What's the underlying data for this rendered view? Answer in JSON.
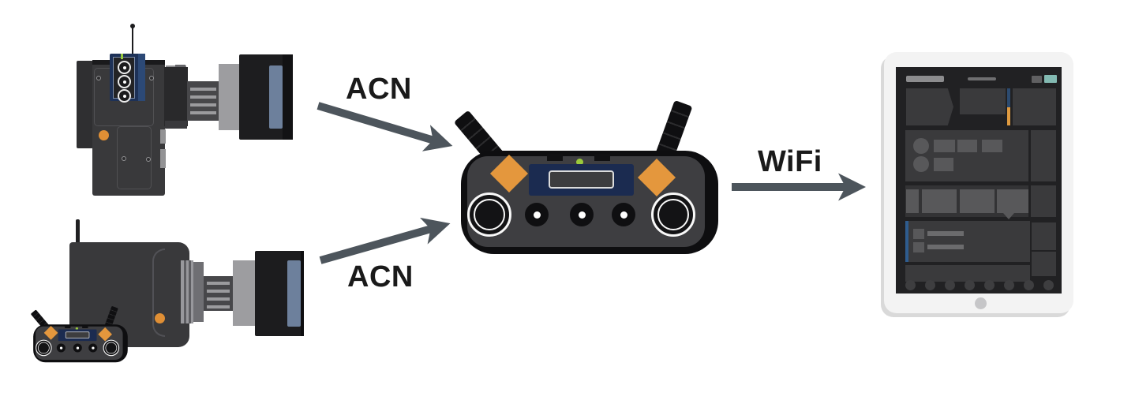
{
  "diagram": {
    "type": "connectivity-topology",
    "nodes": [
      {
        "id": "camera-top",
        "name": "cinema-camera-with-radio-module"
      },
      {
        "id": "camera-bottom",
        "name": "cinema-camera-with-mini-radio-unit"
      },
      {
        "id": "radio-hub",
        "name": "twin-antenna-radio-hub"
      },
      {
        "id": "tablet",
        "name": "tablet-control-app"
      }
    ],
    "edges": [
      {
        "from": "camera-top",
        "to": "radio-hub",
        "label": "ACN"
      },
      {
        "from": "camera-bottom",
        "to": "radio-hub",
        "label": "ACN"
      },
      {
        "from": "radio-hub",
        "to": "tablet",
        "label": "WiFi"
      }
    ]
  },
  "icons": {
    "antenna": "segmented-black-antenna",
    "status_led": "green-dot",
    "lens": "cine-lens-with-hood",
    "connector": "circular-push-pull-connector"
  },
  "colors": {
    "arrow": "#4d555c",
    "label_text": "#1a1a1a",
    "accent_orange": "#e4973d",
    "navy_display": "#1b2b50",
    "status_green": "#96c93d",
    "lens_glass": "#6d809c",
    "camera_body": "#39393b",
    "device_black": "#0e0e10",
    "tablet_bezel": "#f3f3f3",
    "tablet_screen": "#212123",
    "tablet_panel": "#3a3a3c",
    "tablet_panel_item": "#58585a",
    "tablet_teal": "#83bab2",
    "tablet_indicator_blue": "#2c4b70",
    "tablet_indicator_orange": "#e09b40",
    "tablet_blue_stripe": "#2e5c8f"
  }
}
